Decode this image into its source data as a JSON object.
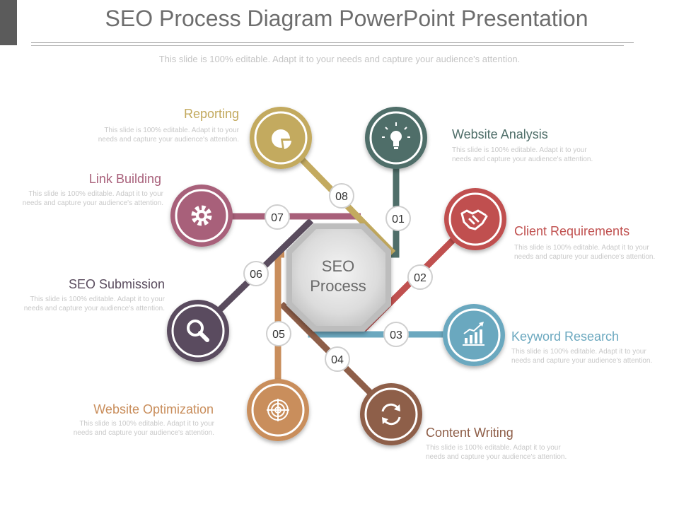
{
  "title": "SEO Process Diagram PowerPoint Presentation",
  "subtitle": "This slide is 100% editable. Adapt it to your needs and capture your audience's attention.",
  "center": {
    "line1": "SEO",
    "line2": "Process"
  },
  "steps": [
    {
      "number": "01",
      "label": "Website Analysis",
      "desc": "This slide is 100% editable. Adapt it to your needs and capture your audience's attention.",
      "color": "#4f6e69",
      "icon": "lightbulb-icon"
    },
    {
      "number": "02",
      "label": "Client Requirements",
      "desc": "This slide is 100% editable. Adapt it to your needs and capture your audience's attention.",
      "color": "#c0504f",
      "icon": "handshake-icon"
    },
    {
      "number": "03",
      "label": "Keyword Research",
      "desc": "This slide is 100% editable. Adapt it to your needs and capture your audience's attention.",
      "color": "#6ba8bf",
      "icon": "growth-chart-icon"
    },
    {
      "number": "04",
      "label": "Content Writing",
      "desc": "This slide is 100% editable. Adapt it to your needs and capture your audience's attention.",
      "color": "#8e5e48",
      "icon": "refresh-icon"
    },
    {
      "number": "05",
      "label": "Website Optimization",
      "desc": "This slide is 100% editable. Adapt it to your needs and capture your audience's attention.",
      "color": "#c98e5c",
      "icon": "target-icon"
    },
    {
      "number": "06",
      "label": "SEO Submission",
      "desc": "This slide is 100% editable. Adapt it to your needs and capture your audience's attention.",
      "color": "#5a4c5e",
      "icon": "magnifier-icon"
    },
    {
      "number": "07",
      "label": "Link Building",
      "desc": "This slide is 100% editable. Adapt it to your needs and capture your audience's attention.",
      "color": "#a8607a",
      "icon": "gear-icon"
    },
    {
      "number": "08",
      "label": "Reporting",
      "desc": "This slide is 100% editable. Adapt it to your needs and capture your audience's attention.",
      "color": "#c3aa5f",
      "icon": "pie-chart-icon"
    }
  ]
}
